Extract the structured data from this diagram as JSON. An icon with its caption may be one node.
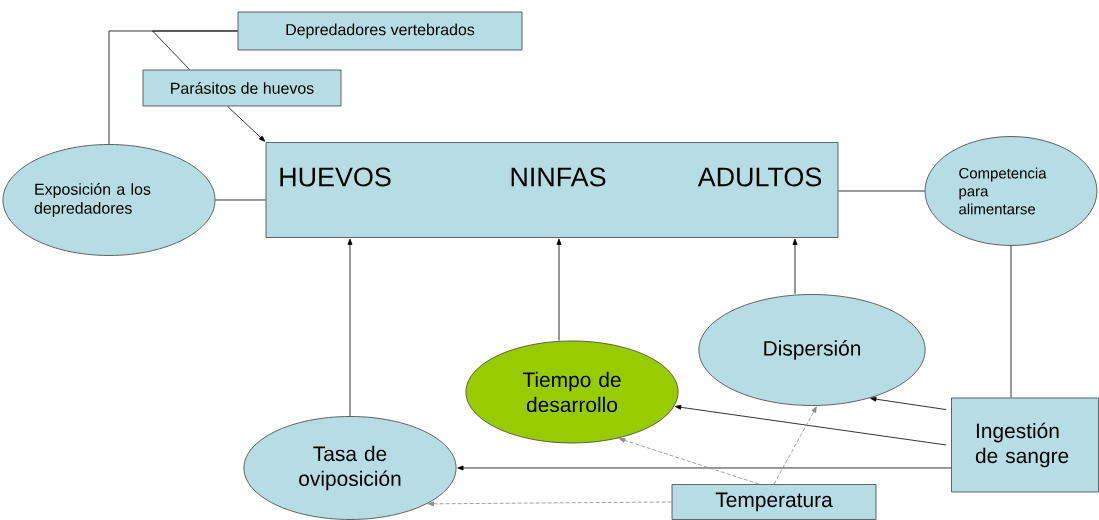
{
  "diagram": {
    "nodes": [
      {
        "text": [
          "Depredadores vertebrados"
        ]
      },
      {
        "text": [
          "Parásitos de huevos"
        ]
      },
      {
        "text": [
          "Exposición a los depredadores"
        ]
      },
      {
        "text": [
          "HUEVOS",
          "NINFAS",
          "ADULTOS"
        ]
      },
      {
        "text": [
          "Competencia para alimentarse"
        ]
      },
      {
        "text": [
          "Dispersión"
        ]
      },
      {
        "text": [
          "Tiempo de desarrollo"
        ]
      },
      {
        "text": [
          "Tasa de oviposición"
        ]
      },
      {
        "text": [
          "Ingestión de sangre"
        ]
      },
      {
        "text": [
          "Temperatura"
        ]
      }
    ],
    "edges": [
      {
        "from": 0,
        "to": 2,
        "arrow": "none"
      },
      {
        "from": 0,
        "to": 1,
        "arrow": "none"
      },
      {
        "from": 1,
        "to": 3,
        "arrow": "to"
      },
      {
        "from": 2,
        "to": 3,
        "arrow": "none"
      },
      {
        "from": 3,
        "to": 4,
        "arrow": "none"
      },
      {
        "from": 4,
        "to": 8,
        "arrow": "none"
      },
      {
        "from": 7,
        "to": 3,
        "arrow": "to"
      },
      {
        "from": 6,
        "to": 3,
        "arrow": "to"
      },
      {
        "from": 5,
        "to": 3,
        "arrow": "to"
      },
      {
        "from": 8,
        "to": 5,
        "arrow": "to"
      },
      {
        "from": 8,
        "to": 6,
        "arrow": "to"
      },
      {
        "from": 8,
        "to": 7,
        "arrow": "to"
      },
      {
        "from": 9,
        "to": 7,
        "arrow": "to",
        "style": "dashed",
        "color": "#8a8a8a"
      },
      {
        "from": 9,
        "to": 6,
        "arrow": "to",
        "style": "dashed",
        "color": "#8a8a8a"
      },
      {
        "from": 9,
        "to": 5,
        "arrow": "to",
        "style": "dashed",
        "color": "#8a8a8a"
      }
    ]
  }
}
